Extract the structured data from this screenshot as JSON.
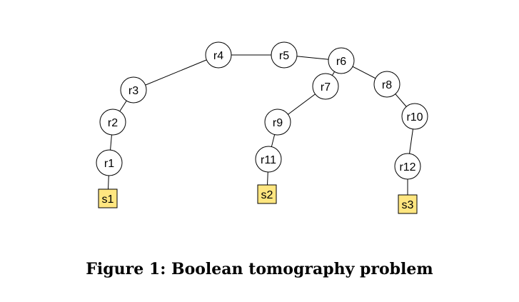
{
  "diagram": {
    "routers": [
      "r1",
      "r2",
      "r3",
      "r4",
      "r5",
      "r6",
      "r7",
      "r8",
      "r9",
      "r10",
      "r11",
      "r12"
    ],
    "sinks": [
      "s1",
      "s2",
      "s3"
    ],
    "edges": [
      [
        "s1",
        "r1"
      ],
      [
        "r1",
        "r2"
      ],
      [
        "r2",
        "r3"
      ],
      [
        "r3",
        "r4"
      ],
      [
        "r4",
        "r5"
      ],
      [
        "r5",
        "r6"
      ],
      [
        "r6",
        "r7"
      ],
      [
        "r6",
        "r8"
      ],
      [
        "r7",
        "r9"
      ],
      [
        "r9",
        "r11"
      ],
      [
        "r11",
        "s2"
      ],
      [
        "r8",
        "r10"
      ],
      [
        "r10",
        "r12"
      ],
      [
        "r12",
        "s3"
      ]
    ],
    "colors": {
      "sink_fill": "#ffe680",
      "node_fill": "#ffffff",
      "stroke": "#000000"
    }
  },
  "caption": "Figure 1:  Boolean tomography problem"
}
